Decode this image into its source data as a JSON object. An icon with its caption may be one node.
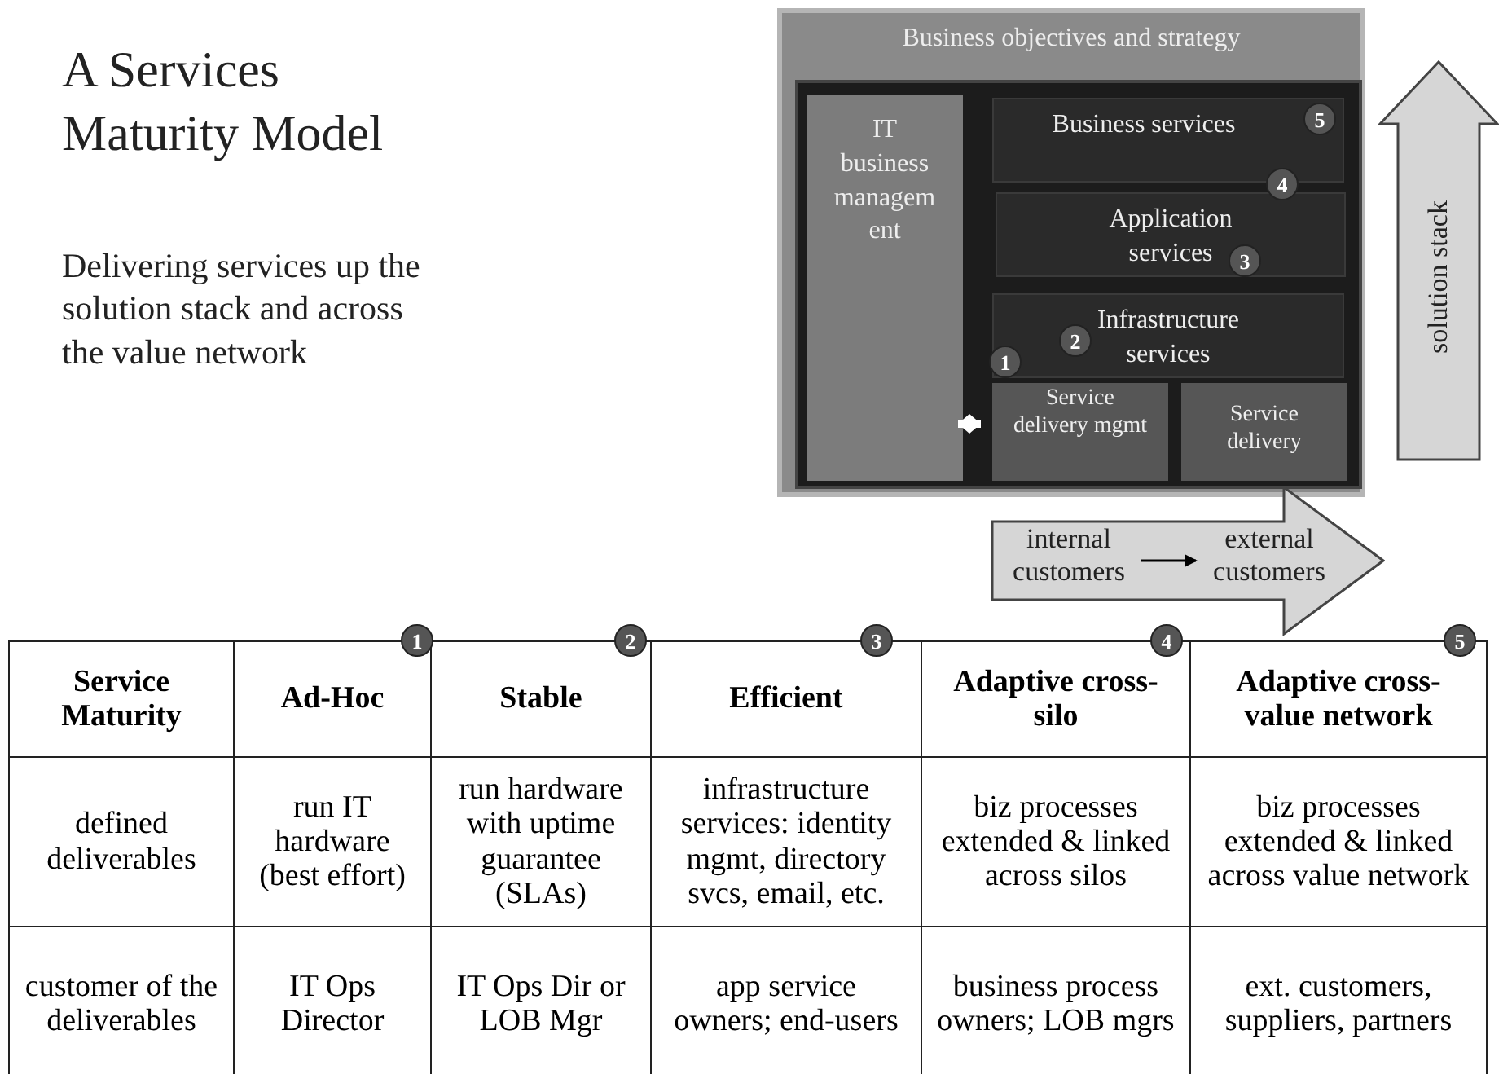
{
  "diagram": {
    "title": "A Services Maturity Model",
    "nodes": [
      {
        "text": [
          "Business objectives and strategy"
        ]
      },
      {
        "text": [],
        "shape": "box",
        "in": 0
      },
      {
        "text": [
          "IT business managem ent"
        ],
        "in": 1
      },
      {
        "text": [
          "Business services"
        ],
        "in": 1
      },
      {
        "text": [
          "Application services"
        ],
        "in": 1
      },
      {
        "text": [
          "Infrastructure services"
        ],
        "in": 1
      },
      {
        "text": [
          "Service delivery mgmt"
        ],
        "in": 1
      },
      {
        "text": [
          "Service delivery"
        ],
        "in": 1
      },
      {
        "text": [
          "solution stack"
        ]
      },
      {
        "text": [],
        "shape": "arrow"
      },
      {
        "text": [
          "internal customers"
        ],
        "in": 9
      },
      {
        "text": [
          "external customers"
        ],
        "in": 9
      }
    ],
    "edges": [
      {
        "from": 2,
        "to": 6,
        "arrow": "both",
        "color": "#ffffff",
        "style": "thick"
      },
      {
        "from": 10,
        "to": 11,
        "arrow": "to",
        "color": "#000000"
      }
    ],
    "labels": [
      "Delivering services up the solution stack and across the value network",
      "5",
      "4",
      "3",
      "2",
      "1",
      "1",
      "2",
      "3",
      "4",
      "5",
      "Service Maturity",
      "Ad-Hoc",
      "Stable",
      "Efficient",
      "Adaptive cross-silo",
      "Adaptive cross-value network",
      "defined deliverables",
      "run IT hardware (best effort)",
      "run hardware with uptime guarantee (SLAs)",
      "infrastructure services: identity mgmt, directory svcs, email, etc.",
      "biz processes extended & linked across silos",
      "biz processes extended & linked across value network",
      "customer of the deliverables",
      "IT Ops Director",
      "IT Ops Dir or LOB Mgr",
      "app service owners; end-users",
      "business process owners; LOB mgrs",
      "ext. customers, suppliers, partners"
    ]
  }
}
